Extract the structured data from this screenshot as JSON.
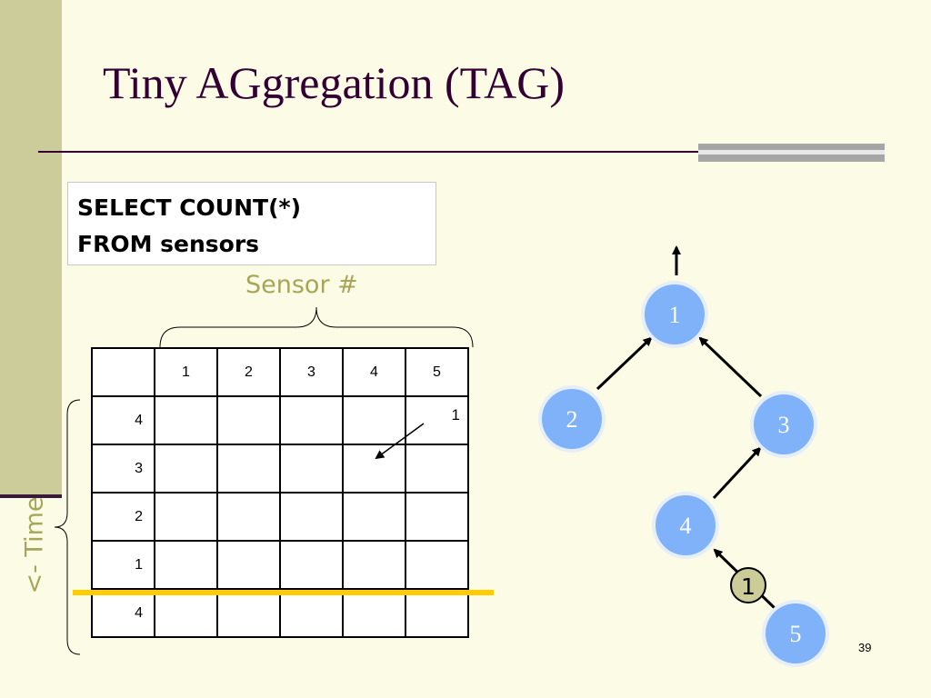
{
  "slide": {
    "title": "Tiny AGgregation (TAG)",
    "number": "39"
  },
  "query": {
    "line1": "SELECT COUNT(*)",
    "line2": "FROM sensors"
  },
  "labels": {
    "sensor_axis": "Sensor #",
    "time_axis": "<- Time"
  },
  "table": {
    "column_headers": [
      "1",
      "2",
      "3",
      "4",
      "5"
    ],
    "rows": [
      {
        "epoch": "4",
        "cells": [
          "",
          "",
          "",
          "",
          "1"
        ]
      },
      {
        "epoch": "3",
        "cells": [
          "",
          "",
          "",
          "",
          ""
        ]
      },
      {
        "epoch": "2",
        "cells": [
          "",
          "",
          "",
          "",
          ""
        ]
      },
      {
        "epoch": "1",
        "cells": [
          "",
          "",
          "",
          "",
          ""
        ]
      },
      {
        "epoch": "4",
        "cells": [
          "",
          "",
          "",
          "",
          ""
        ]
      }
    ]
  },
  "tree": {
    "nodes": [
      {
        "id": "1",
        "label": "1"
      },
      {
        "id": "2",
        "label": "2"
      },
      {
        "id": "3",
        "label": "3"
      },
      {
        "id": "4",
        "label": "4"
      },
      {
        "id": "5",
        "label": "5"
      }
    ],
    "message": {
      "label": "1",
      "from": "5",
      "to": "4"
    }
  },
  "colors": {
    "node_fill": "#7FB2F8",
    "node_ring": "#E6EEFA",
    "node_text": "#FFFFFF",
    "message_fill": "#CCCC99",
    "highlight": "#FFCC00",
    "title": "#330033",
    "sidebar": "#CCCC9A",
    "annotation": "#A6A65A"
  }
}
